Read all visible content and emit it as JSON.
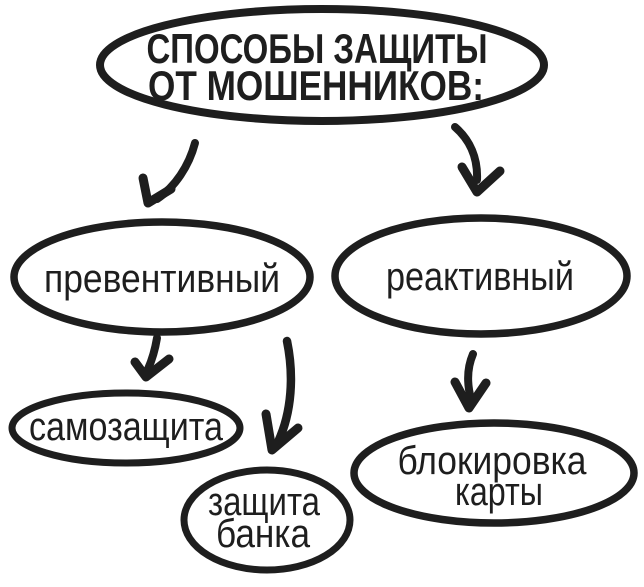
{
  "diagram": {
    "background_color": "#ffffff",
    "ink_color": "#1e1e1e",
    "title": {
      "line1": "СПОСОБЫ ЗАЩИТЫ",
      "line2": "ОТ МОШЕННИКОВ:"
    },
    "nodes": {
      "preventive": {
        "label": "превентивный"
      },
      "reactive": {
        "label": "реактивный"
      },
      "self_protection": {
        "label": "самозащита"
      },
      "bank_protection": {
        "line1": "защита",
        "line2": "банка"
      },
      "card_blocking": {
        "line1": "блокировка",
        "line2": "карты"
      }
    },
    "edges": [
      {
        "from": "title",
        "to": "preventive"
      },
      {
        "from": "title",
        "to": "reactive"
      },
      {
        "from": "preventive",
        "to": "self_protection"
      },
      {
        "from": "preventive",
        "to": "bank_protection"
      },
      {
        "from": "reactive",
        "to": "card_blocking"
      }
    ]
  }
}
